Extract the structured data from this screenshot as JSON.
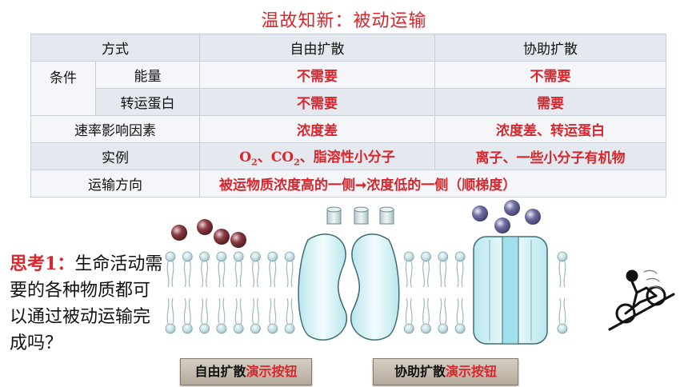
{
  "title": "温故知新：被动运输",
  "table": {
    "header": {
      "mode": "方式",
      "free": "自由扩散",
      "assisted": "协助扩散"
    },
    "condition_label": "条件",
    "rows": [
      {
        "label": "能量",
        "free": "不需要",
        "assisted": "不需要"
      },
      {
        "label": "转运蛋白",
        "free": "不需要",
        "assisted": "需要"
      },
      {
        "label": "速率影响因素",
        "free": "浓度差",
        "assisted": "浓度差、转运蛋白"
      },
      {
        "label": "实例",
        "free_parts": [
          "O",
          "2",
          "、CO",
          "2",
          "、脂溶性小分子"
        ],
        "assisted": "离子、一些小分子有机物"
      },
      {
        "label": "运输方向",
        "merged_before": "被运物质浓度高的一侧",
        "merged_arrow": "➞",
        "merged_after": "浓度低的一侧（顺梯度）"
      }
    ]
  },
  "think": {
    "lead": "思考1：",
    "text": "生命活动需要的各种物质都可以通过被动运输完成吗？"
  },
  "buttons": {
    "free": {
      "prefix": "自由扩散",
      "suffix": "演示按钮"
    },
    "assisted": {
      "prefix": "协助扩散",
      "suffix": "演示按钮"
    }
  },
  "colors": {
    "accent_red": "#d9262c",
    "membrane_head": "#bcd8dc",
    "protein": "#d7f2f6",
    "molecule_dark": "#6b2a2f",
    "molecule_blue": "#5b5a8c"
  }
}
